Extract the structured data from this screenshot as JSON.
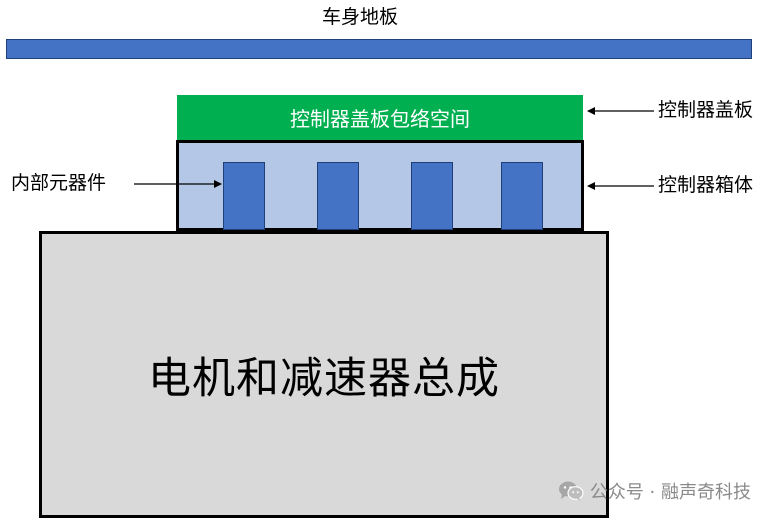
{
  "title": "车身地板",
  "components": {
    "cover_space": "控制器盖板包络空间",
    "motor": "电机和减速器总成"
  },
  "callouts": {
    "cover": "控制器盖板",
    "box": "控制器箱体",
    "internal": "内部元器件"
  },
  "watermark": {
    "text": "公众号 · 融声奇科技",
    "icon": "wechat-icon"
  },
  "colors": {
    "floor": "#4472c4",
    "cover": "#00b050",
    "box": "#b4c7e7",
    "component": "#4472c4",
    "motor": "#d9d9d9"
  }
}
